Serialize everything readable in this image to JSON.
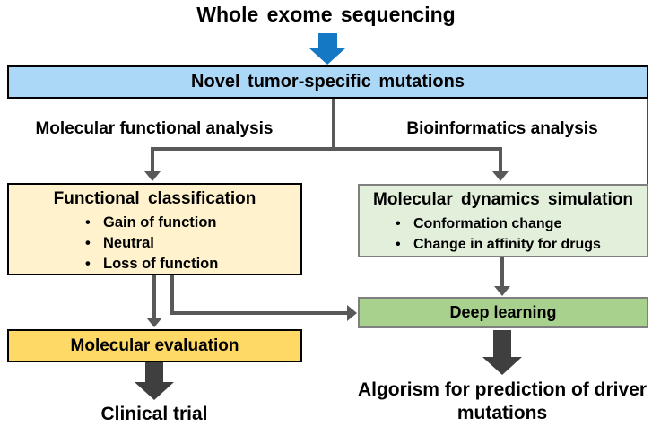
{
  "title": "Whole exome sequencing",
  "colors": {
    "arrow-blue": "#1478C4",
    "box-blue": "#ACD8F8",
    "box-cream": "#FFF2CC",
    "box-lightgreen": "#E2EFDA",
    "box-green": "#A9D18E",
    "box-gold": "#FFD966",
    "connector-gray": "#595959",
    "block-arrow-gray": "#3F3F3F"
  },
  "nodes": {
    "mutations": {
      "label": "Novel tumor-specific mutations"
    },
    "branch_left": {
      "label": "Molecular functional analysis"
    },
    "branch_right": {
      "label": "Bioinformatics analysis"
    },
    "functional_classification": {
      "title": "Functional classification",
      "bullets": [
        "Gain of function",
        "Neutral",
        "Loss of function"
      ]
    },
    "molecular_dynamics": {
      "title": "Molecular dynamics simulation",
      "bullets": [
        "Conformation change",
        "Change in affinity for drugs"
      ]
    },
    "deep_learning": {
      "label": "Deep learning"
    },
    "molecular_evaluation": {
      "label": "Molecular evaluation"
    },
    "clinical_trial": {
      "label": "Clinical trial"
    },
    "algorithm": {
      "label": "Algorism for prediction of driver mutations"
    }
  }
}
